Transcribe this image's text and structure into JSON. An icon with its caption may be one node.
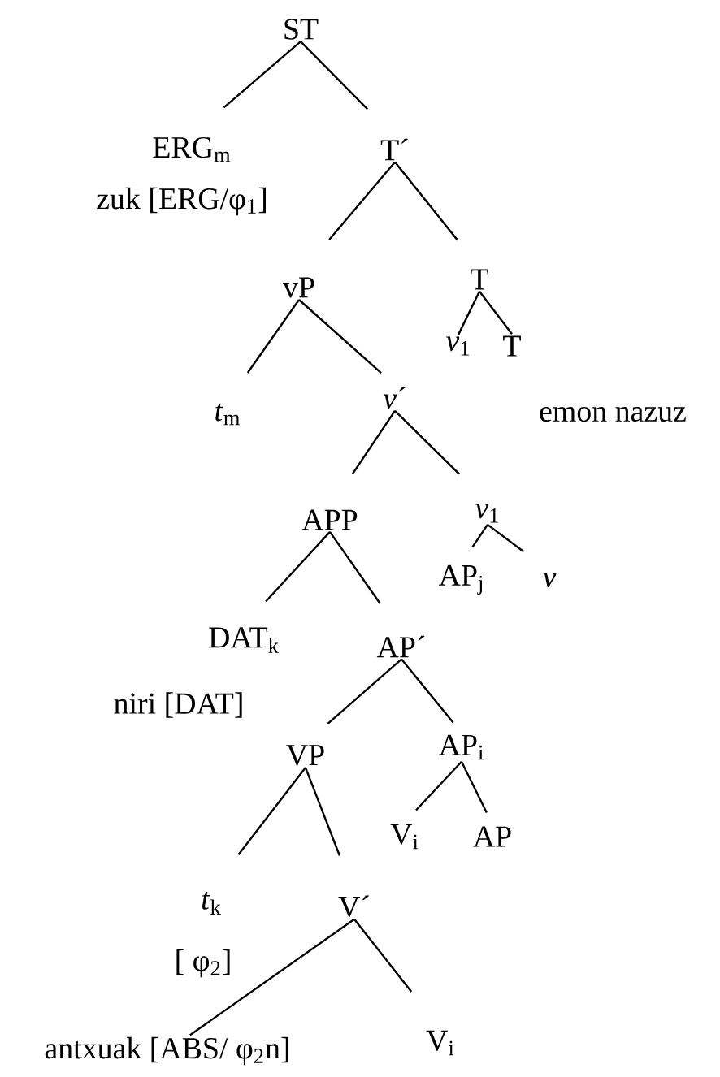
{
  "diagram": {
    "nodes": [
      {
        "text": [
          "ST"
        ]
      },
      {
        "text": [
          "ERG$_{m}$"
        ],
        "beside": [
          "zuk [ERG/φ$_{1}$]"
        ]
      },
      {
        "text": [
          "T´"
        ]
      },
      {
        "text": [
          "vP"
        ]
      },
      {
        "text": [
          "T"
        ]
      },
      {
        "text": [
          "*v*$_{1}$"
        ]
      },
      {
        "text": [
          "T"
        ]
      },
      {
        "text": [
          "*t*$_{m}$"
        ]
      },
      {
        "text": [
          "*v*´"
        ]
      },
      {
        "text": [
          "APP"
        ]
      },
      {
        "text": [
          "*v*$_{1}$"
        ]
      },
      {
        "text": [
          "AP$_{j}$"
        ]
      },
      {
        "text": [
          "*v*"
        ]
      },
      {
        "text": [
          "DAT$_{k}$"
        ],
        "beside": [
          "niri [DAT]"
        ]
      },
      {
        "text": [
          "AP´"
        ]
      },
      {
        "text": [
          "VP"
        ]
      },
      {
        "text": [
          "AP$_{i}$"
        ]
      },
      {
        "text": [
          "V$_{i}$"
        ]
      },
      {
        "text": [
          "AP"
        ]
      },
      {
        "text": [
          "*t*$_{k}$"
        ],
        "beside": [
          "[ φ$_{2}$]"
        ]
      },
      {
        "text": [
          "V´"
        ]
      },
      {
        "text": [
          "antxuak [ABS/ φ$_{2}$n]"
        ]
      },
      {
        "text": [
          "V$_{i}$"
        ]
      }
    ],
    "edges": [
      {
        "from": 0,
        "to": 1,
        "arrow": "none"
      },
      {
        "from": 0,
        "to": 2,
        "arrow": "none"
      },
      {
        "from": 2,
        "to": 3,
        "arrow": "none"
      },
      {
        "from": 2,
        "to": 4,
        "arrow": "none"
      },
      {
        "from": 4,
        "to": 5,
        "arrow": "none"
      },
      {
        "from": 4,
        "to": 6,
        "arrow": "none"
      },
      {
        "from": 3,
        "to": 7,
        "arrow": "none"
      },
      {
        "from": 3,
        "to": 8,
        "arrow": "none"
      },
      {
        "from": 8,
        "to": 9,
        "arrow": "none"
      },
      {
        "from": 8,
        "to": 10,
        "arrow": "none"
      },
      {
        "from": 10,
        "to": 11,
        "arrow": "none"
      },
      {
        "from": 10,
        "to": 12,
        "arrow": "none"
      },
      {
        "from": 9,
        "to": 13,
        "arrow": "none"
      },
      {
        "from": 9,
        "to": 14,
        "arrow": "none"
      },
      {
        "from": 14,
        "to": 15,
        "arrow": "none"
      },
      {
        "from": 14,
        "to": 16,
        "arrow": "none"
      },
      {
        "from": 16,
        "to": 17,
        "arrow": "none"
      },
      {
        "from": 16,
        "to": 18,
        "arrow": "none"
      },
      {
        "from": 15,
        "to": 19,
        "arrow": "none"
      },
      {
        "from": 15,
        "to": 20,
        "arrow": "none"
      },
      {
        "from": 20,
        "to": 21,
        "arrow": "none"
      },
      {
        "from": 20,
        "to": 22,
        "arrow": "none"
      }
    ],
    "labels": [
      "emon nazuz"
    ]
  }
}
